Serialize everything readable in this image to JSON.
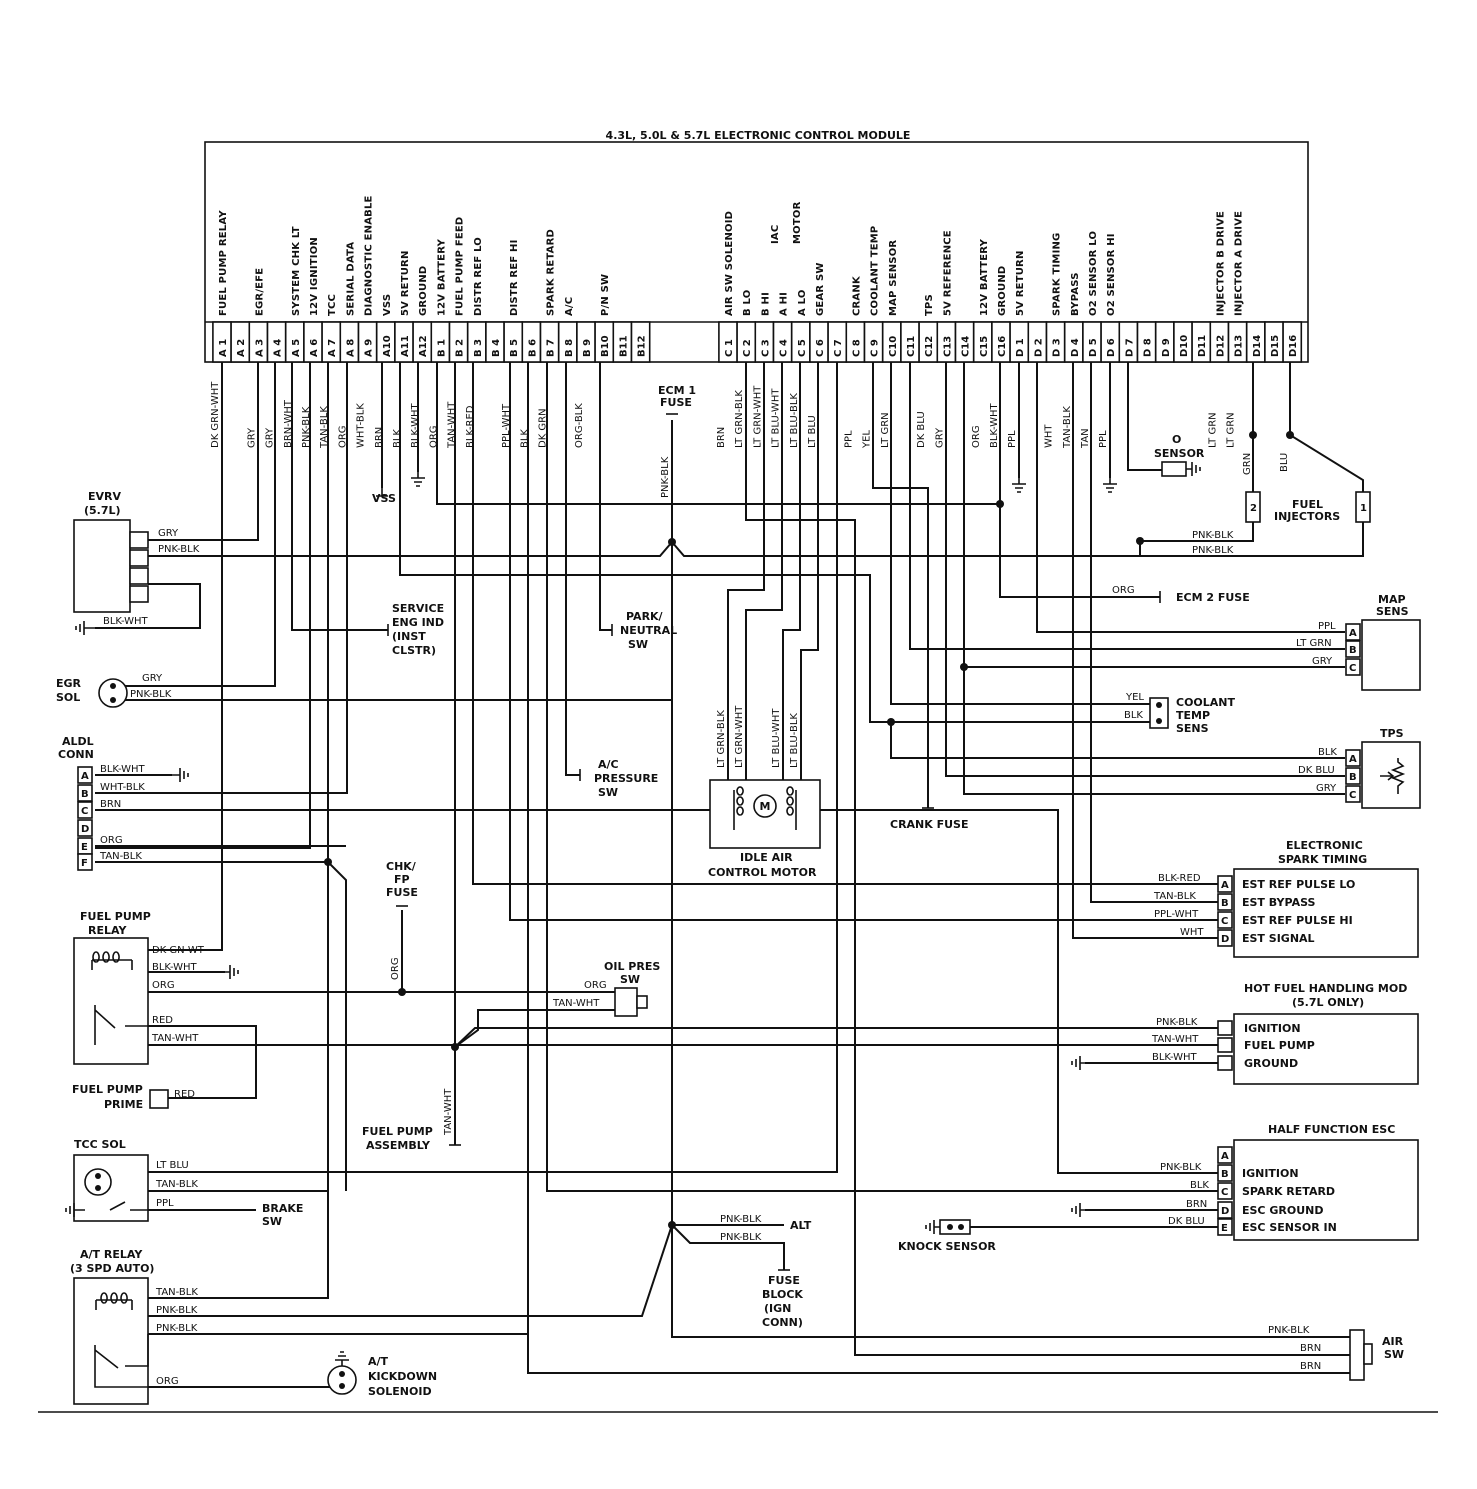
{
  "ecm": {
    "title": "4.3L, 5.0L & 5.7L ELECTRONIC CONTROL MODULE",
    "left_pins": [
      {
        "pin": "A 1",
        "func": "FUEL PUMP RELAY",
        "wire": "DK GRN-WHT"
      },
      {
        "pin": "A 2",
        "func": "",
        "wire": ""
      },
      {
        "pin": "A 3",
        "func": "EGR/EFE",
        "wire": "GRY"
      },
      {
        "pin": "A 4",
        "func": "",
        "wire": "GRY"
      },
      {
        "pin": "A 5",
        "func": "SYSTEM CHK LT",
        "wire": "BRN-WHT"
      },
      {
        "pin": "A 6",
        "func": "12V IGNITION",
        "wire": "PNK-BLK"
      },
      {
        "pin": "A 7",
        "func": "TCC",
        "wire": "TAN-BLK"
      },
      {
        "pin": "A 8",
        "func": "SERIAL DATA",
        "wire": "ORG"
      },
      {
        "pin": "A 9",
        "func": "DIAGNOSTIC ENABLE",
        "wire": "WHT-BLK"
      },
      {
        "pin": "A10",
        "func": "VSS",
        "wire": "BRN"
      },
      {
        "pin": "A11",
        "func": "5V RETURN",
        "wire": "BLK"
      },
      {
        "pin": "A12",
        "func": "GROUND",
        "wire": "BLK-WHT"
      },
      {
        "pin": "B 1",
        "func": "12V BATTERY",
        "wire": "ORG"
      },
      {
        "pin": "B 2",
        "func": "FUEL PUMP FEED",
        "wire": "TAN-WHT"
      },
      {
        "pin": "B 3",
        "func": "DISTR REF LO",
        "wire": "BLK-RED"
      },
      {
        "pin": "B 4",
        "func": "",
        "wire": ""
      },
      {
        "pin": "B 5",
        "func": "DISTR REF HI",
        "wire": "PPL-WHT"
      },
      {
        "pin": "B 6",
        "func": "",
        "wire": "BLK"
      },
      {
        "pin": "B 7",
        "func": "SPARK RETARD",
        "wire": "DK GRN"
      },
      {
        "pin": "B 8",
        "func": "A/C",
        "wire": ""
      },
      {
        "pin": "B 9",
        "func": "",
        "wire": "ORG-BLK"
      },
      {
        "pin": "B10",
        "func": "P/N SW",
        "wire": ""
      },
      {
        "pin": "B11",
        "func": "",
        "wire": ""
      },
      {
        "pin": "B12",
        "func": "",
        "wire": ""
      }
    ],
    "right_pins": [
      {
        "pin": "C 1",
        "func": "AIR SW SOLENOID",
        "wire": "BRN"
      },
      {
        "pin": "C 2",
        "func": "B LO",
        "wire": "LT GRN-BLK"
      },
      {
        "pin": "C 3",
        "func": "B HI",
        "wire": "LT GRN-WHT"
      },
      {
        "pin": "C 4",
        "func": "A HI",
        "wire": "LT BLU-WHT"
      },
      {
        "pin": "C 5",
        "func": "A LO",
        "wire": "LT BLU-BLK"
      },
      {
        "pin": "C 6",
        "func": "GEAR SW",
        "wire": "LT BLU"
      },
      {
        "pin": "C 7",
        "func": "",
        "wire": ""
      },
      {
        "pin": "C 8",
        "func": "CRANK",
        "wire": "PPL"
      },
      {
        "pin": "C 9",
        "func": "COOLANT TEMP",
        "wire": "YEL"
      },
      {
        "pin": "C10",
        "func": "MAP SENSOR",
        "wire": "LT GRN"
      },
      {
        "pin": "C11",
        "func": "",
        "wire": ""
      },
      {
        "pin": "C12",
        "func": "TPS",
        "wire": "DK BLU"
      },
      {
        "pin": "C13",
        "func": "5V REFERENCE",
        "wire": "GRY"
      },
      {
        "pin": "C14",
        "func": "",
        "wire": ""
      },
      {
        "pin": "C15",
        "func": "12V BATTERY",
        "wire": "ORG"
      },
      {
        "pin": "C16",
        "func": "GROUND",
        "wire": "BLK-WHT"
      },
      {
        "pin": "D 1",
        "func": "5V RETURN",
        "wire": "PPL"
      },
      {
        "pin": "D 2",
        "func": "",
        "wire": ""
      },
      {
        "pin": "D 3",
        "func": "SPARK TIMING",
        "wire": "WHT"
      },
      {
        "pin": "D 4",
        "func": "BYPASS",
        "wire": "TAN-BLK"
      },
      {
        "pin": "D 5",
        "func": "O2 SENSOR LO",
        "wire": "TAN"
      },
      {
        "pin": "D 6",
        "func": "O2 SENSOR HI",
        "wire": "PPL"
      },
      {
        "pin": "D 7",
        "func": "",
        "wire": ""
      },
      {
        "pin": "D 8",
        "func": "",
        "wire": ""
      },
      {
        "pin": "D 9",
        "func": "",
        "wire": ""
      },
      {
        "pin": "D10",
        "func": "",
        "wire": ""
      },
      {
        "pin": "D11",
        "func": "",
        "wire": ""
      },
      {
        "pin": "D12",
        "func": "INJECTOR B DRIVE",
        "wire": "LT GRN"
      },
      {
        "pin": "D13",
        "func": "INJECTOR A DRIVE",
        "wire": "LT GRN"
      },
      {
        "pin": "D14",
        "func": "",
        "wire": ""
      },
      {
        "pin": "D15",
        "func": "",
        "wire": ""
      },
      {
        "pin": "D16",
        "func": "",
        "wire": ""
      }
    ],
    "iac_label": "IAC",
    "motor_label": "MOTOR"
  },
  "components": {
    "evrv": {
      "label1": "EVRV",
      "label2": "(5.7L)",
      "wires": [
        "GRY",
        "PNK-BLK",
        "BLK-WHT"
      ]
    },
    "egr_sol": {
      "label1": "EGR",
      "label2": "SOL",
      "wires": [
        "GRY",
        "PNK-BLK"
      ]
    },
    "aldl": {
      "label1": "ALDL",
      "label2": "CONN",
      "pins": [
        "A",
        "B",
        "C",
        "D",
        "E",
        "F"
      ],
      "wires": [
        "BLK-WHT",
        "WHT-BLK",
        "BRN",
        "ORG",
        "TAN-BLK"
      ]
    },
    "fuel_pump_relay": {
      "label1": "FUEL PUMP",
      "label2": "RELAY",
      "wires": [
        "DK GN-WT",
        "BLK-WHT",
        "ORG",
        "RED",
        "TAN-WHT"
      ]
    },
    "fuel_pump_prime": {
      "label1": "FUEL PUMP",
      "label2": "PRIME",
      "wire": "RED"
    },
    "tcc_sol": {
      "label": "TCC SOL",
      "wires": [
        "LT BLU",
        "TAN-BLK",
        "PPL"
      ]
    },
    "brake_sw": {
      "label1": "BRAKE",
      "label2": "SW"
    },
    "at_relay": {
      "label1": "A/T RELAY",
      "label2": "(3 SPD AUTO)",
      "wires": [
        "TAN-BLK",
        "PNK-BLK",
        "PNK-BLK",
        "ORG"
      ]
    },
    "kickdown": {
      "label1": "A/T",
      "label2": "KICKDOWN",
      "label3": "SOLENOID"
    },
    "vss": {
      "label": "VSS"
    },
    "service_eng": {
      "label1": "SERVICE",
      "label2": "ENG IND",
      "label3": "(INST",
      "label4": "CLSTR)"
    },
    "park_neutral": {
      "label1": "PARK/",
      "label2": "NEUTRAL",
      "label3": "SW"
    },
    "ac_pressure": {
      "label1": "A/C",
      "label2": "PRESSURE",
      "label3": "SW"
    },
    "ecm1_fuse": {
      "label1": "ECM 1",
      "label2": "FUSE",
      "wire": "PNK-BLK"
    },
    "chk_fp_fuse": {
      "label1": "CHK/",
      "label2": "FP",
      "label3": "FUSE",
      "wire": "ORG"
    },
    "oil_pres_sw": {
      "label1": "OIL PRES",
      "label2": "SW",
      "wires": [
        "ORG",
        "TAN-WHT"
      ]
    },
    "fuel_pump_assembly": {
      "label1": "FUEL PUMP",
      "label2": "ASSEMBLY",
      "wire": "TAN-WHT"
    },
    "idle_air_motor": {
      "label1": "IDLE AIR",
      "label2": "CONTROL MOTOR",
      "wires": [
        "LT GRN-BLK",
        "LT GRN-WHT",
        "LT BLU-WHT",
        "LT BLU-BLK"
      ],
      "m": "M"
    },
    "crank_fuse": {
      "label": "CRANK FUSE"
    },
    "o2_sensor": {
      "label1": "O",
      "label2": "SENSOR"
    },
    "fuel_injectors": {
      "label1": "FUEL",
      "label2": "INJECTORS",
      "wires": [
        "GRN",
        "BLU",
        "PNK-BLK",
        "PNK-BLK"
      ],
      "pins": [
        "2",
        "1"
      ]
    },
    "ecm2_fuse": {
      "label": "ECM 2 FUSE",
      "wire": "ORG"
    },
    "map_sens": {
      "label1": "MAP",
      "label2": "SENS",
      "pins": [
        "A",
        "B",
        "C"
      ],
      "wires": [
        "PPL",
        "LT GRN",
        "GRY"
      ]
    },
    "coolant_temp": {
      "label1": "COOLANT",
      "label2": "TEMP",
      "label3": "SENS",
      "wires": [
        "YEL",
        "BLK"
      ]
    },
    "tps": {
      "label": "TPS",
      "pins": [
        "A",
        "B",
        "C"
      ],
      "wires": [
        "BLK",
        "DK BLU",
        "GRY"
      ]
    },
    "est": {
      "label1": "ELECTRONIC",
      "label2": "SPARK TIMING",
      "pins": [
        "A",
        "B",
        "C",
        "D"
      ],
      "wires": [
        "BLK-RED",
        "TAN-BLK",
        "PPL-WHT",
        "WHT"
      ],
      "items": [
        "EST REF PULSE LO",
        "EST BYPASS",
        "EST REF PULSE HI",
        "EST SIGNAL"
      ]
    },
    "hot_fuel": {
      "label1": "HOT FUEL HANDLING MOD",
      "label2": "(5.7L ONLY)",
      "wires": [
        "PNK-BLK",
        "TAN-WHT",
        "BLK-WHT"
      ],
      "items": [
        "IGNITION",
        "FUEL PUMP",
        "GROUND"
      ]
    },
    "half_esc": {
      "label": "HALF FUNCTION ESC",
      "pins": [
        "A",
        "B",
        "C",
        "D",
        "E"
      ],
      "wires": [
        "PNK-BLK",
        "BLK",
        "BRN",
        "DK BLU"
      ],
      "items": [
        "IGNITION",
        "SPARK RETARD",
        "ESC GROUND",
        "ESC SENSOR IN"
      ]
    },
    "knock_sensor": {
      "label": "KNOCK SENSOR"
    },
    "alt": {
      "label": "ALT",
      "wires": [
        "PNK-BLK",
        "PNK-BLK"
      ]
    },
    "fuse_block": {
      "label1": "FUSE",
      "label2": "BLOCK",
      "label3": "(IGN",
      "label4": "CONN)"
    },
    "air_sw": {
      "label1": "AIR",
      "label2": "SW",
      "wires": [
        "PNK-BLK",
        "BRN",
        "BRN"
      ]
    }
  }
}
